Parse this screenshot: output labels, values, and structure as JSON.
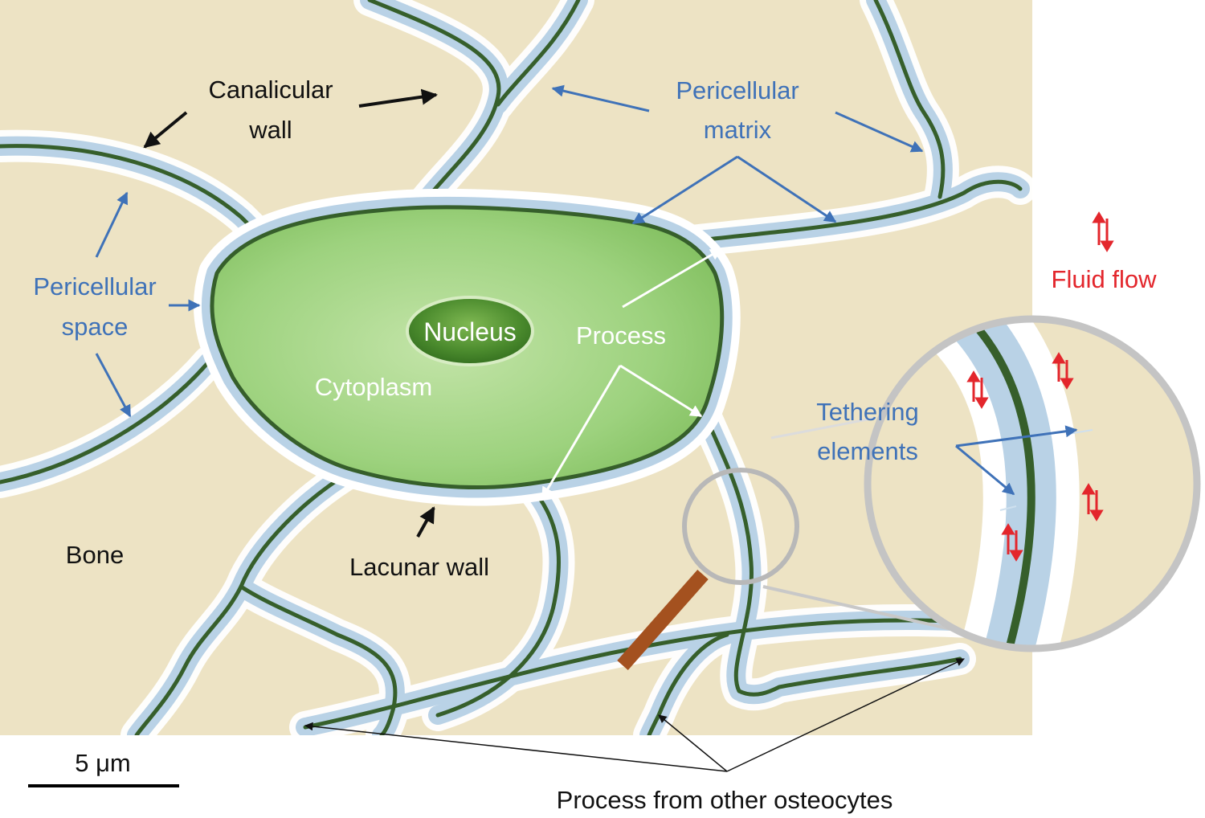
{
  "labels": {
    "canalicular_wall": [
      "Canalicular",
      "wall"
    ],
    "pericellular_matrix": [
      "Pericellular",
      "matrix"
    ],
    "pericellular_space": [
      "Pericellular",
      "space"
    ],
    "fluid_flow": "Fluid flow",
    "nucleus": "Nucleus",
    "cytoplasm": "Cytoplasm",
    "process": "Process",
    "tethering_elements": [
      "Tethering",
      "elements"
    ],
    "bone": "Bone",
    "lacunar_wall": "Lacunar wall",
    "scale_bar": "5 μm",
    "process_other_osteocytes": "Process from other osteocytes"
  },
  "colors": {
    "bone": "#ede3c4",
    "cytoplasm": "#9cd17c",
    "nucleus": "#4c8c2e",
    "process_core": "#365f2b",
    "pericellular_space": "#c5dced",
    "canal_wall_glow": "#ffffff",
    "blue_label": "#3f72b8",
    "red_label": "#e3262c",
    "pointer": "#a4511f"
  }
}
